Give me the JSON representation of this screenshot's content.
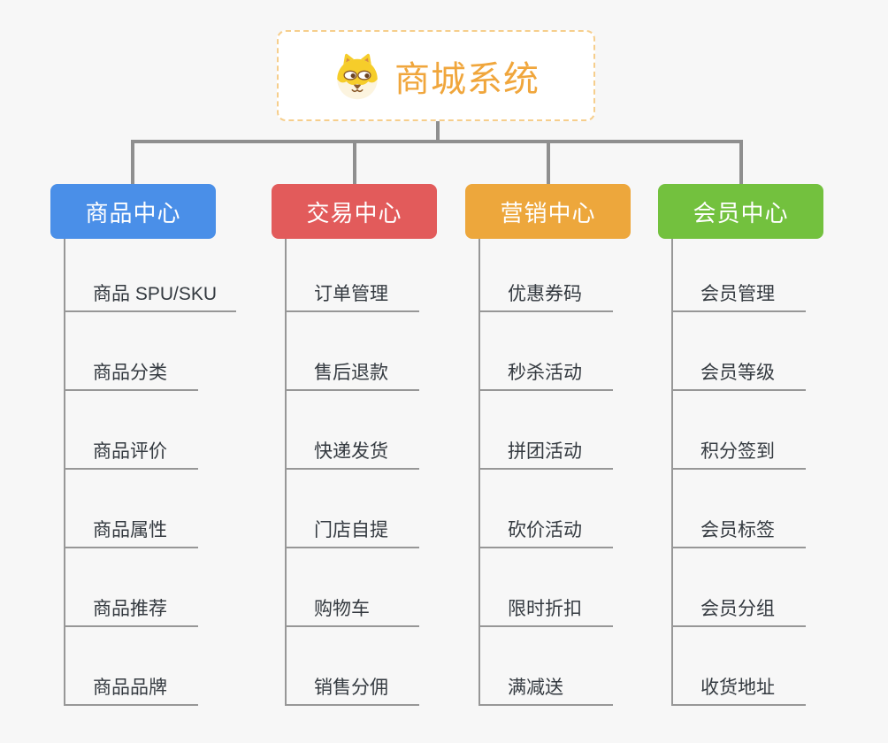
{
  "root": {
    "title": "商城系统",
    "icon": "shiba-dog-icon",
    "text_color": "#f0a63c",
    "border_color": "#f6ce8c"
  },
  "branches": [
    {
      "label": "商品中心",
      "color": "#4a8fe8",
      "children": [
        "商品 SPU/SKU",
        "商品分类",
        "商品评价",
        "商品属性",
        "商品推荐",
        "商品品牌"
      ]
    },
    {
      "label": "交易中心",
      "color": "#e25b5b",
      "children": [
        "订单管理",
        "售后退款",
        "快递发货",
        "门店自提",
        "购物车",
        "销售分佣"
      ]
    },
    {
      "label": "营销中心",
      "color": "#eda73c",
      "children": [
        "优惠券码",
        "秒杀活动",
        "拼团活动",
        "砍价活动",
        "限时折扣",
        "满减送"
      ]
    },
    {
      "label": "会员中心",
      "color": "#73c13e",
      "children": [
        "会员管理",
        "会员等级",
        "积分签到",
        "会员标签",
        "会员分组",
        "收货地址"
      ]
    }
  ],
  "colors": {
    "background": "#f7f7f7",
    "connector": "#8f8f8f",
    "leaf_text": "#343a40"
  }
}
